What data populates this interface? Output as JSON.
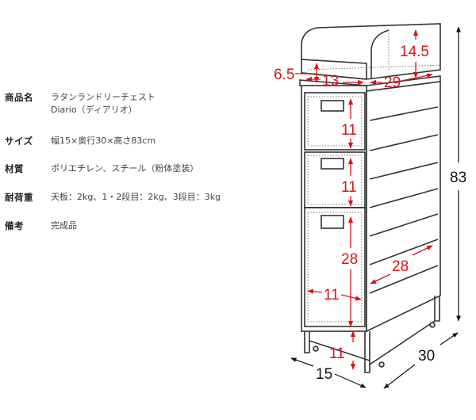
{
  "specs": [
    {
      "key": "商品名",
      "value_lines": [
        "ラタンランドリーチェスト",
        "Diario（ディアリオ）"
      ]
    },
    {
      "key": "サイズ",
      "value_lines": [
        "幅15×奥行30×高さ83cm"
      ]
    },
    {
      "key": "材質",
      "value_lines": [
        "ポリエチレン、スチール（粉体塗装）"
      ]
    },
    {
      "key": "耐荷重",
      "value_lines": [
        "天板：2kg、1・2段目：2kg、3段目：3kg"
      ]
    },
    {
      "key": "備考",
      "value_lines": [
        "完成品"
      ]
    }
  ],
  "diagram": {
    "accent_color": "#d7141a",
    "outline_color": "#333333",
    "unit": "cm",
    "inner_dimensions": {
      "top_open_shelf_front_height": "6.5",
      "top_open_shelf_width": "13",
      "top_open_shelf_depth": "29",
      "top_rear_height": "14.5",
      "drawer1_height": "11",
      "drawer2_height": "11",
      "drawer3_height": "28",
      "drawer3_width": "11",
      "drawer3_depth": "28",
      "leg_clearance": "11"
    },
    "outer_dimensions": {
      "height": "83",
      "width": "15",
      "depth": "30"
    }
  }
}
